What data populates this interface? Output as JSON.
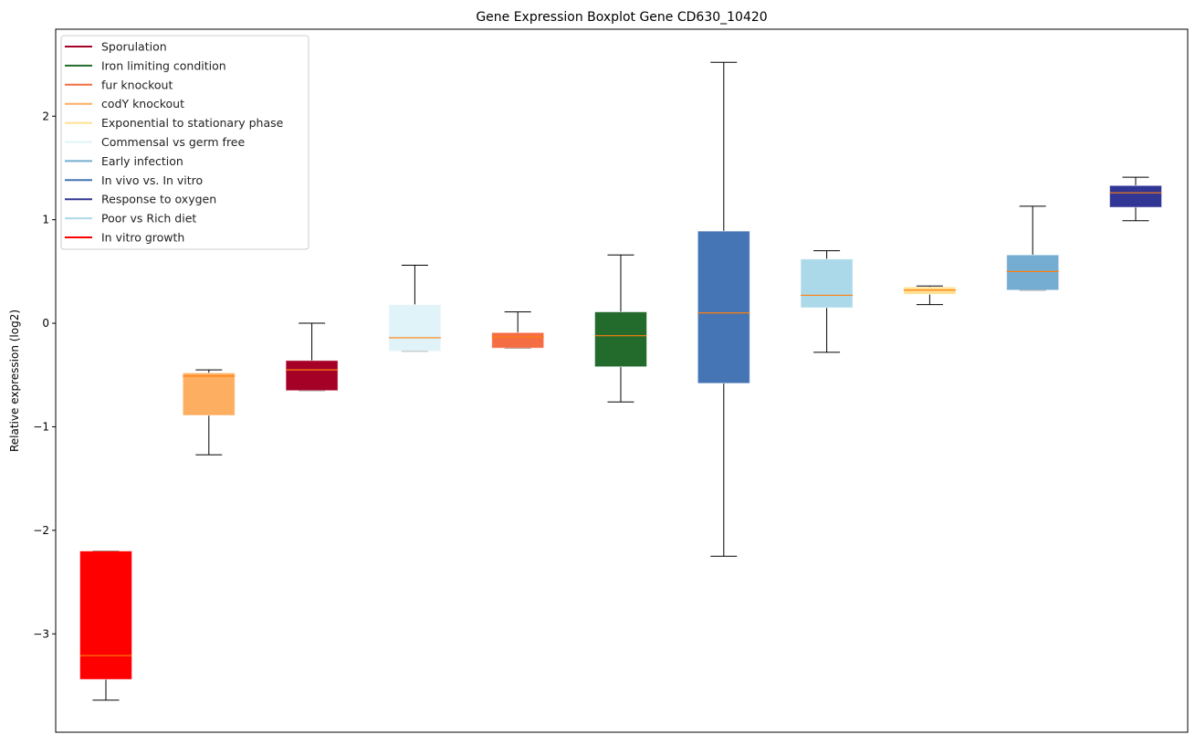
{
  "chart_data": {
    "type": "boxplot",
    "title": "Gene Expression Boxplot Gene CD630_10420",
    "xlabel": "",
    "ylabel": "Relative expression (log2)",
    "ylim": [
      -3.95,
      2.84
    ],
    "yticks": [
      -3,
      -2,
      -1,
      0,
      1,
      2
    ],
    "ytick_labels": [
      "−3",
      "−2",
      "−1",
      "0",
      "1",
      "2"
    ],
    "grid": false,
    "median_color": "#ff7f0e",
    "legend": {
      "placement": "top-left",
      "entries": [
        {
          "label": "Sporulation",
          "color": "#a50026"
        },
        {
          "label": "Iron limiting condition",
          "color": "#236b2c"
        },
        {
          "label": "fur knockout",
          "color": "#f46d43"
        },
        {
          "label": "codY knockout",
          "color": "#fdae61"
        },
        {
          "label": "Exponential to stationary phase",
          "color": "#fee090"
        },
        {
          "label": "Commensal vs germ free",
          "color": "#e0f3f8"
        },
        {
          "label": "Early infection",
          "color": "#74add1"
        },
        {
          "label": "In vivo vs. In vitro",
          "color": "#4575b4"
        },
        {
          "label": "Response to oxygen",
          "color": "#313695"
        },
        {
          "label": "Poor vs Rich diet",
          "color": "#abd9e9"
        },
        {
          "label": "In vitro growth",
          "color": "#ff0000"
        }
      ]
    },
    "boxes": [
      {
        "group": "In vitro growth",
        "color": "#ff0000",
        "whisker_low": -3.64,
        "q1": -3.44,
        "median": -3.21,
        "q3": -2.2,
        "whisker_high": -2.2
      },
      {
        "group": "codY knockout",
        "color": "#fdae61",
        "whisker_low": -1.27,
        "q1": -0.89,
        "median": -0.51,
        "q3": -0.48,
        "whisker_high": -0.45
      },
      {
        "group": "Sporulation",
        "color": "#a50026",
        "whisker_low": -0.65,
        "q1": -0.65,
        "median": -0.45,
        "q3": -0.36,
        "whisker_high": 0.0
      },
      {
        "group": "Commensal vs germ free",
        "color": "#e0f3f8",
        "whisker_low": -0.27,
        "q1": -0.27,
        "median": -0.14,
        "q3": 0.18,
        "whisker_high": 0.56
      },
      {
        "group": "fur knockout",
        "color": "#f46d43",
        "whisker_low": -0.24,
        "q1": -0.24,
        "median": -0.13,
        "q3": -0.09,
        "whisker_high": 0.11
      },
      {
        "group": "Iron limiting condition",
        "color": "#236b2c",
        "whisker_low": -0.76,
        "q1": -0.42,
        "median": -0.12,
        "q3": 0.11,
        "whisker_high": 0.66
      },
      {
        "group": "In vivo vs. In vitro",
        "color": "#4575b4",
        "whisker_low": -2.25,
        "q1": -0.58,
        "median": 0.1,
        "q3": 0.89,
        "whisker_high": 2.52
      },
      {
        "group": "Poor vs Rich diet",
        "color": "#abd9e9",
        "whisker_low": -0.28,
        "q1": 0.15,
        "median": 0.27,
        "q3": 0.62,
        "whisker_high": 0.7
      },
      {
        "group": "Exponential to stationary phase",
        "color": "#fee090",
        "whisker_low": 0.18,
        "q1": 0.28,
        "median": 0.32,
        "q3": 0.35,
        "whisker_high": 0.36
      },
      {
        "group": "Early infection",
        "color": "#74add1",
        "whisker_low": 0.32,
        "q1": 0.32,
        "median": 0.5,
        "q3": 0.66,
        "whisker_high": 1.13
      },
      {
        "group": "Response to oxygen",
        "color": "#313695",
        "whisker_low": 0.99,
        "q1": 1.12,
        "median": 1.26,
        "q3": 1.33,
        "whisker_high": 1.41
      }
    ]
  }
}
